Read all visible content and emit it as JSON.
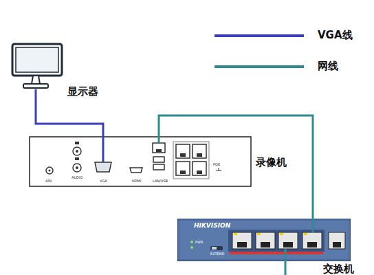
{
  "diagram": {
    "nodes": [
      {
        "text": [
          "显示器"
        ]
      },
      {
        "text": [
          "录像机"
        ]
      },
      {
        "text": [
          "交换机"
        ]
      }
    ],
    "edges": [
      {
        "from": 0,
        "to": 1,
        "arrow": "none"
      },
      {
        "from": 1,
        "to": 2,
        "arrow": "none"
      }
    ],
    "labels": [
      "48V",
      "AUDIO",
      "VGA",
      "HDMI",
      "LAN/USB",
      "POE",
      "HIKVISION",
      "PWR",
      "EXTEND"
    ],
    "legend": [
      {
        "text": "VGA线"
      },
      {
        "text": "网线"
      }
    ]
  }
}
